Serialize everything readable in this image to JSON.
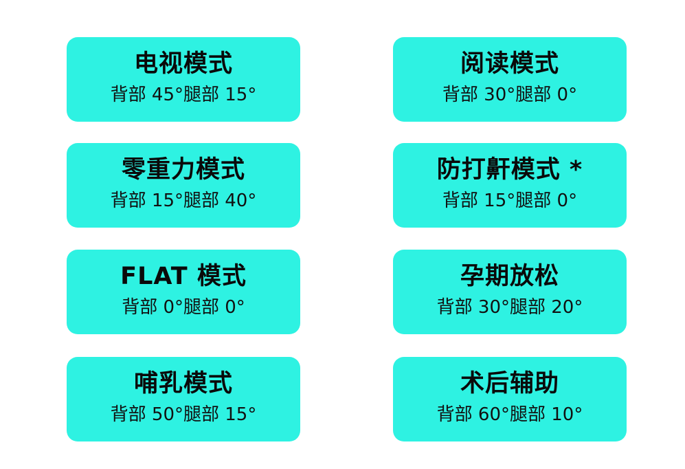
{
  "modes": [
    {
      "title": "电视模式",
      "angles": "背部 45°腿部 15°"
    },
    {
      "title": "阅读模式",
      "angles": "背部 30°腿部 0°"
    },
    {
      "title": "零重力模式",
      "angles": "背部 15°腿部 40°"
    },
    {
      "title": "防打鼾模式 *",
      "angles": "背部 15°腿部 0°"
    },
    {
      "title": "FLAT 模式",
      "angles": "背部 0°腿部 0°"
    },
    {
      "title": "孕期放松",
      "angles": "背部 30°腿部 20°"
    },
    {
      "title": "哺乳模式",
      "angles": "背部 50°腿部 15°"
    },
    {
      "title": "术后辅助",
      "angles": "背部 60°腿部 10°"
    }
  ],
  "colors": {
    "card_bg": "#2ef2e2",
    "text": "#0a0a0a"
  }
}
